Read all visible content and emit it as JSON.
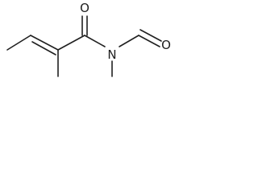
{
  "molecule": {
    "atoms": {
      "carbonyl_oxygen": "O",
      "amide_nitrogen": "N",
      "formyl_oxygen": "O"
    }
  },
  "colors": {
    "bond": "#202020",
    "label": "#202020",
    "background": "#ffffff"
  }
}
